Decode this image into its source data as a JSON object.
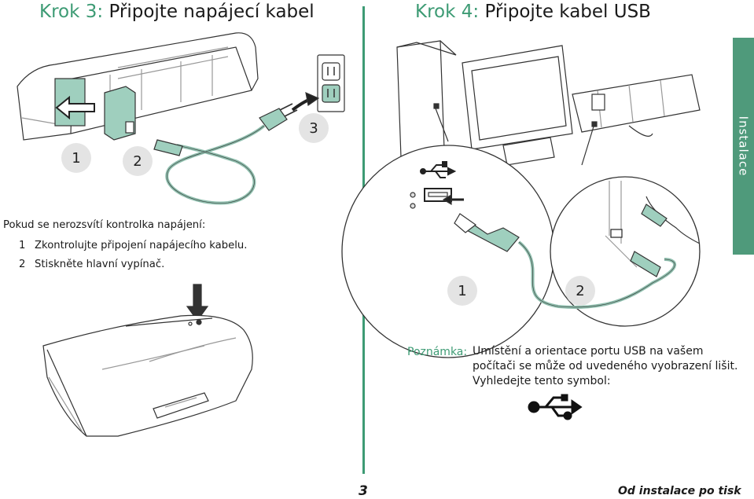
{
  "step3": {
    "prefix": "Krok 3:",
    "title": "Připojte napájecí kabel"
  },
  "step4": {
    "prefix": "Krok 4:",
    "title": "Připojte kabel USB"
  },
  "side_tab": {
    "label": "Instalace"
  },
  "power_callouts": {
    "one": "1",
    "two": "2",
    "three": "3"
  },
  "usb_callouts": {
    "one": "1",
    "two": "2"
  },
  "troubleshoot": {
    "intro": "Pokud se nerozsvítí kontrolka napájení:",
    "items": [
      {
        "num": "1",
        "text": "Zkontrolujte připojení napájecího kabelu."
      },
      {
        "num": "2",
        "text": "Stiskněte hlavní vypínač."
      }
    ]
  },
  "note": {
    "label": "Poznámka:",
    "lines": [
      "Umístění a orientace portu USB na vašem",
      "počítači se může od uvedeného vyobrazení lišit.",
      "Vyhledejte tento symbol:"
    ]
  },
  "footer": {
    "page_number": "3",
    "section": "Od instalace po tisk"
  },
  "colors": {
    "accent": "#3d9b74",
    "tab_bg": "#4f9a7b",
    "cable": "#8fbfae",
    "callout_bg": "#e4e4e4"
  },
  "icons": [
    "usb-symbol-icon",
    "down-arrow-icon",
    "printer-illustration",
    "computer-illustration",
    "wall-outlet-icon"
  ]
}
